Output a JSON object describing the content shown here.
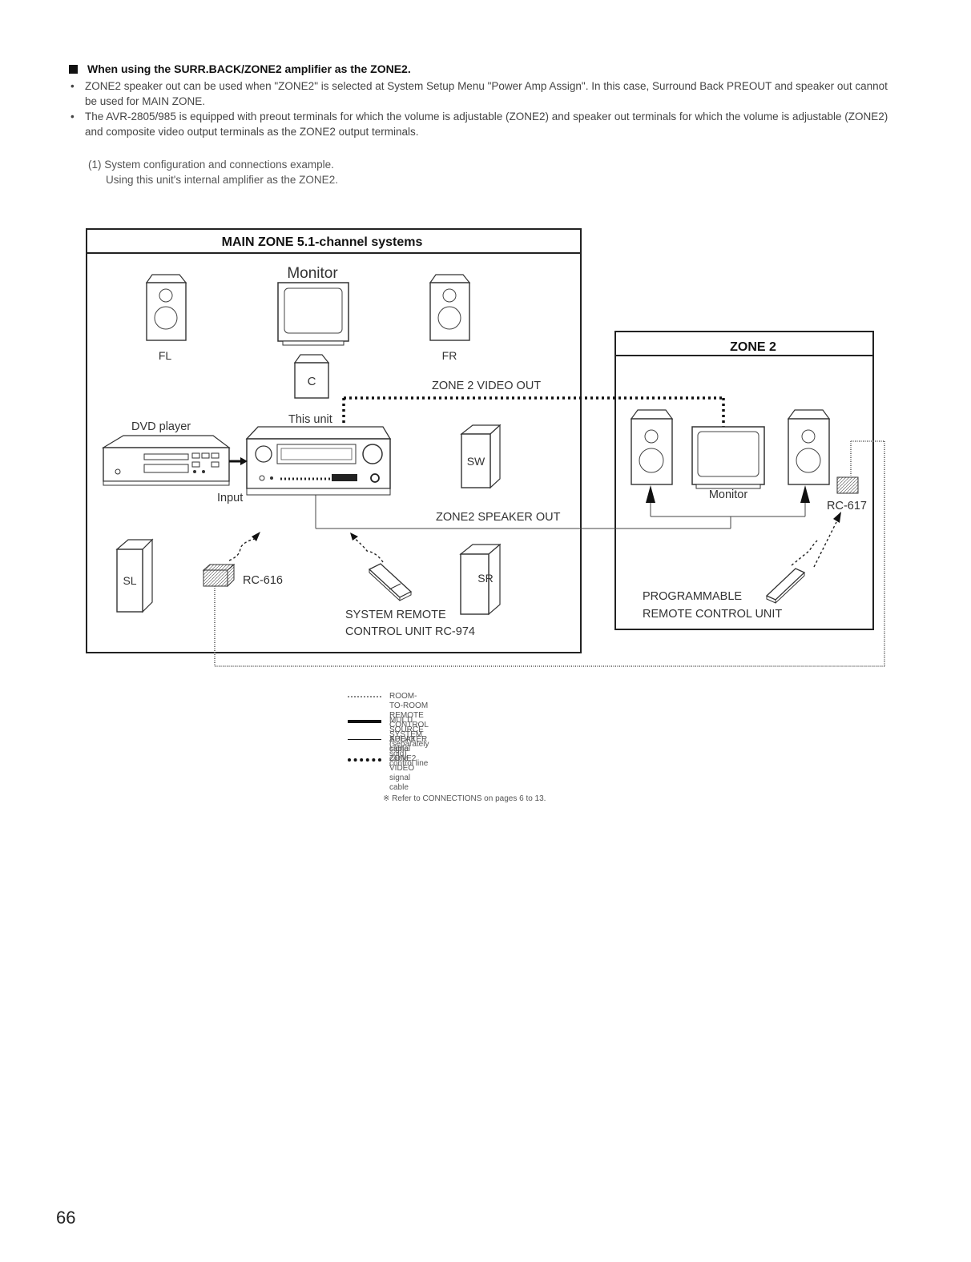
{
  "heading": "When using the SURR.BACK/ZONE2 amplifier as the ZONE2.",
  "bullets": [
    "ZONE2 speaker out can be used when \"ZONE2\" is selected at System Setup Menu \"Power Amp Assign\".  In this case, Surround Back PREOUT and speaker out cannot be used for MAIN ZONE.",
    "The AVR-2805/985 is equipped with preout terminals for which the volume is adjustable (ZONE2) and speaker out terminals for which the volume is adjustable (ZONE2) and composite video output terminals as the ZONE2 output terminals."
  ],
  "step": {
    "line1": "(1) System configuration and connections example.",
    "line2": "Using this unit's internal amplifier as the ZONE2."
  },
  "diagram": {
    "main_zone_title": "MAIN ZONE 5.1-channel systems",
    "zone2_title": "ZONE 2",
    "monitor": "Monitor",
    "fl": "FL",
    "fr": "FR",
    "c": "C",
    "sw": "SW",
    "sl": "SL",
    "sr": "SR",
    "zone2_video_out": "ZONE 2 VIDEO OUT",
    "this_unit": "This unit",
    "dvd_player": "DVD player",
    "input": "Input",
    "zone2_speaker_out": "ZONE2 SPEAKER OUT",
    "rc616": "RC-616",
    "system_remote_1": "SYSTEM REMOTE",
    "system_remote_2": "CONTROL UNIT RC-974",
    "zone2_monitor": "Monitor",
    "rc617": "RC-617",
    "programmable_1": "PROGRAMMABLE",
    "programmable_2": "REMOTE CONTROL UNIT"
  },
  "legend": [
    {
      "line1": "ROOM-TO-ROOM REMOTE CONTROL SYSTEM",
      "line2": "(separately sold) control line",
      "style": "dotted-thin"
    },
    {
      "line1": "MULTI SOURCE  AUDIO signal cable",
      "line2": "",
      "style": "thick"
    },
    {
      "line1": "SPEAKER cable",
      "line2": "",
      "style": "thin"
    },
    {
      "line1": "ZONE2 VIDEO signal cable",
      "line2": "",
      "style": "dotted-heavy"
    }
  ],
  "note": "※ Refer to CONNECTIONS on pages 6 to 13.",
  "page_number": "66"
}
